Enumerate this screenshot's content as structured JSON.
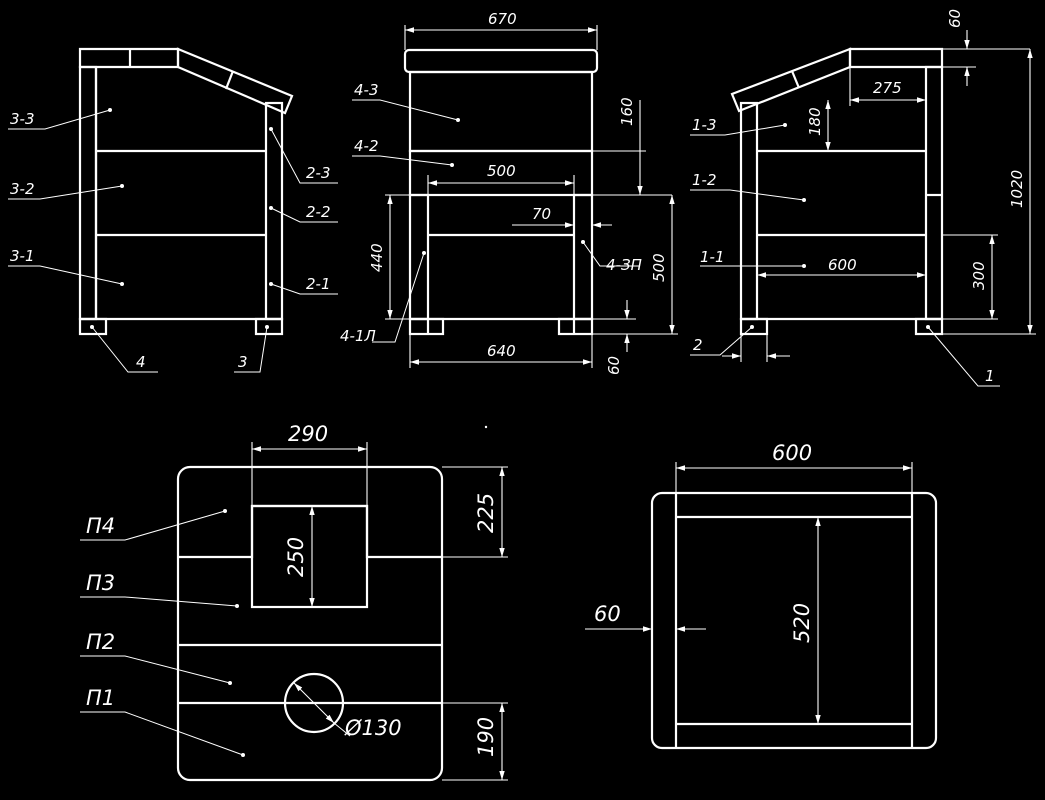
{
  "front_view": {
    "parts": [
      "3-3",
      "3-2",
      "3-1",
      "2-3",
      "2-2",
      "2-1",
      "4",
      "3"
    ]
  },
  "side_view": {
    "dims": [
      "670",
      "160",
      "500",
      "70",
      "440",
      "500",
      "640",
      "60"
    ],
    "parts": [
      "4-3",
      "4-2",
      "4-ЗП",
      "4-1Л"
    ]
  },
  "back_view": {
    "dims": [
      "60",
      "275",
      "180",
      "600",
      "300",
      "1020"
    ],
    "parts": [
      "1-3",
      "1-2",
      "1-1",
      "2",
      "1"
    ]
  },
  "plan_left": {
    "dims": [
      "290",
      "225",
      "250",
      "190"
    ],
    "parts": [
      "П4",
      "П3",
      "П2",
      "П1"
    ],
    "hole": "Ø130"
  },
  "plan_right": {
    "dims": [
      "600",
      "520",
      "60"
    ]
  }
}
